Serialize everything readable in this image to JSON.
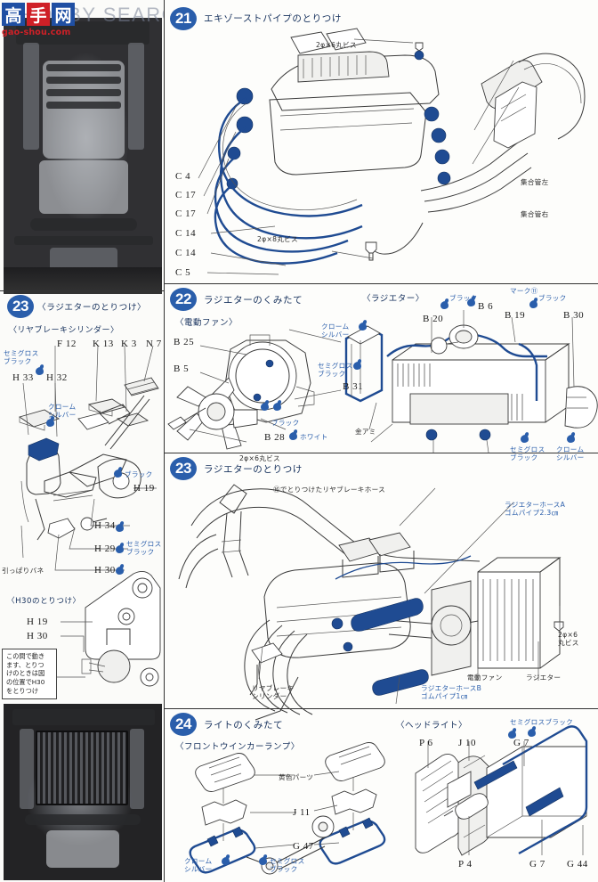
{
  "document": {
    "kind": "model-kit-instruction-sheet",
    "language": "ja"
  },
  "watermark": {
    "cn_chars": [
      "高",
      "手",
      "网"
    ],
    "url": "gao-shou.com",
    "ghost_text": "HOBBY SEARCH"
  },
  "steps": [
    {
      "number": "21",
      "title": "エキゾーストパイプのとりつけ",
      "subtitles": [],
      "part_labels": [
        "C 4",
        "C 17",
        "C 17",
        "C 14",
        "C 14",
        "C 5"
      ],
      "annotations": [
        "2φ×6丸ビス",
        "集合管左",
        "集合管右",
        "2φ×8丸ビス"
      ]
    },
    {
      "number": "22",
      "title": "ラジエターのくみたて",
      "subtitles": [
        "〈電動ファン〉",
        "〈ラジエター〉"
      ],
      "part_labels": [
        "B 25",
        "B 5",
        "B 28",
        "B 31",
        "B 20",
        "B 6",
        "B 19",
        "B 30"
      ],
      "annotations": [
        "ブラック",
        "ホワイト",
        "2φ×6丸ビス",
        "クローム\nシルバー",
        "セミグロス\nブラック",
        "金アミ",
        "マーク⑪",
        "セミグロス\nブラック",
        "クローム\nシルバー"
      ]
    },
    {
      "number": "23",
      "title": "ラジエターのとりつけ",
      "subtitles": [],
      "part_labels": [],
      "annotations": [
        "⑯でとりつけたリヤブレーキホース",
        "ラジエターホースA\nゴムパイプ2.3㎝",
        "2φ×6\n丸ビス",
        "リヤブレーキ\nシリンダー",
        "ラジエターホースB\nゴムパイプ1㎝",
        "電動ファン",
        "ラジエター"
      ]
    },
    {
      "number": "24",
      "title": "ライトのくみたて",
      "subtitles": [
        "〈フロントウインカーランプ〉",
        "〈ヘッドライト〉"
      ],
      "part_labels": [
        "J 11",
        "G 47",
        "P 6",
        "J 10",
        "G 7",
        "P 4",
        "G 7",
        "G 44"
      ],
      "annotations": [
        "黄色パーツ",
        "クローム\nシルバー",
        "セミグロス\nブラック",
        "セミグロスブラック"
      ]
    }
  ],
  "left_column": {
    "step": {
      "number": "23",
      "title": "〈ラジエターのとりつけ〉",
      "subtitle": "〈リヤブレーキシリンダー〉"
    },
    "part_labels": [
      "F 12",
      "K 13",
      "K 3",
      "N 7",
      "H 33",
      "H 32",
      "H 19",
      "H 34",
      "H 29",
      "H 30"
    ],
    "annotations": [
      "セミグロス\nブラック",
      "クローム\nシルバー",
      "ブラック",
      "セミグロス\nブラック",
      "引っぱりバネ"
    ],
    "detail": {
      "title": "〈H30のとりつけ〉",
      "labels": [
        "H 19",
        "H 30"
      ],
      "note": "この間で動き\nます、とりつ\nけのときは図\nの位置でH30\nをとりつけ"
    }
  },
  "colors": {
    "accent_blue": "#2a5eab",
    "line_blue": "#1f4b92",
    "ink": "#1a1a1a",
    "rule": "#333333",
    "watermark_red": "#cf2027"
  }
}
